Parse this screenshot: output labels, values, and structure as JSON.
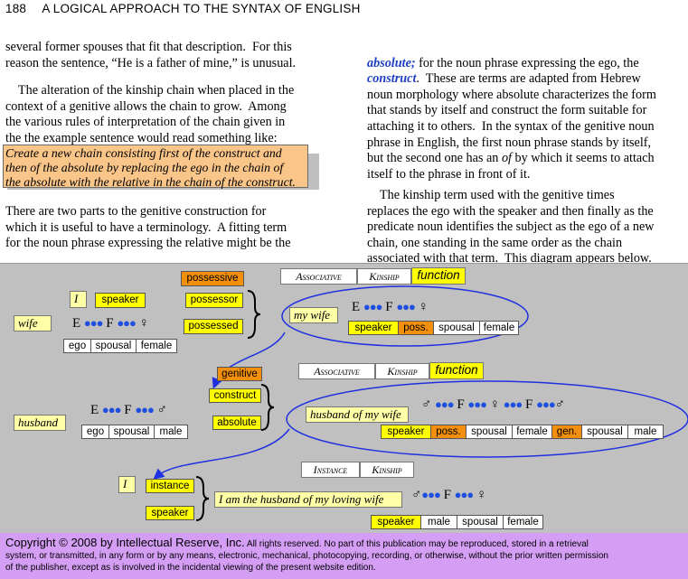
{
  "header": {
    "page_number": "188",
    "title": "A LOGICAL APPROACH TO THE SYNTAX OF ENGLISH"
  },
  "left_col": {
    "p1": "several former spouses that fit that description.  For this\nreason the sentence, “He is a father of mine,” is unusual.",
    "p2": "    The alteration of the kinship chain when placed in the\ncontext of a genitive allows the chain to grow.  Among\nthe various rules of interpretation of the chain given in\nthe the example sentence would read something like:",
    "rule": "Create a new chain consisting first of the construct and\nthen of the absolute by replacing the ego in the chain of\nthe absolute with the relative in the chain of the construct.",
    "p3": "There are two parts to the genitive construction for\nwhich it is useful to have a terminology.  A fitting term\nfor the noun phrase expressing the relative might be the"
  },
  "right_col": {
    "kw_absolute": "absolute;",
    "l1_rest": " for the noun phrase expressing the ego, the",
    "kw_construct": "construct",
    "l2_rest": ".  These are terms are adapted from Hebrew",
    "l3": "noun morphology where absolute characterizes the form\nthat stands by itself and construct the form suitable for\nattaching it to others.  In the syntax of the genitive noun\nphrase in English, the first noun phrase stands by itself,",
    "l7a": "but the second one has an ",
    "l7of": "of",
    "l7b": " by which it seems to attach",
    "l8": "itself to the phrase in front of it.",
    "p2": "    The kinship term used with the genitive times\nreplaces the ego with the speaker and then finally as the\npredicate noun identifies the subject as the ego of a new\nchain, one standing in the same order as the chain\nassociated with that term.  This diagram appears below."
  },
  "diagram": {
    "assoc1": {
      "associative": "Associative",
      "kinship": "Kinship",
      "function": "function"
    },
    "assoc2": {
      "associative": "Associative",
      "kinship": "Kinship",
      "function": "function"
    },
    "instance": {
      "instance": "Instance",
      "kinship": "Kinship"
    },
    "top_left": {
      "I": "I",
      "speaker": "speaker",
      "wife": "wife",
      "possessive": "possessive",
      "possessor": "possessor",
      "possessed": "possessed",
      "chain": {
        "E": "E",
        "F": "F",
        "sym": "♀"
      },
      "cells": [
        "ego",
        "spousal",
        "female"
      ]
    },
    "my_wife": {
      "label": "my wife",
      "chain": {
        "E": "E",
        "F": "F",
        "sym": "♀"
      },
      "cells": [
        "speaker",
        "poss.",
        "spousal",
        "female"
      ]
    },
    "middle_left": {
      "genitive": "genitive",
      "construct": "construct",
      "absolute": "absolute",
      "husband": "husband",
      "chain": {
        "E": "E",
        "F": "F",
        "sym": "♂"
      },
      "cells": [
        "ego",
        "spousal",
        "male"
      ]
    },
    "husband_of_my_wife": {
      "label": "husband of my wife",
      "chain": {
        "m1": "♂",
        "F1": "F",
        "f": "♀",
        "F2": "F",
        "m2": "♂"
      },
      "cells": [
        "speaker",
        "poss.",
        "spousal",
        "female",
        "gen.",
        "spousal",
        "male"
      ]
    },
    "bottom": {
      "I": "I",
      "instance": "instance",
      "speaker": "speaker",
      "sentence": "I am the husband of my loving wife",
      "chain": {
        "m": "♂",
        "F": "F",
        "f": "♀"
      },
      "cells": [
        "speaker",
        "male",
        "spousal",
        "female"
      ]
    },
    "dots": "●●●"
  },
  "footer": {
    "copyright": "Copyright © 2008 by Intellectual Reserve, Inc.",
    "rights": "  All rights reserved.  No part of this publication may be reproduced, stored in a retrieval",
    "line2": "system, or transmitted, in any form or by any means, electronic, mechanical, photocopying, recording, or otherwise, without the prior written permission",
    "line3": "of the publisher, except as is involved in the incidental viewing of the present website edition."
  },
  "colors": {
    "highlight_yellow": "#ffff00",
    "accent_orange": "#f28f0c",
    "rule_box": "#f9c589",
    "keyword_blue": "#1f3fc2",
    "dots_blue": "#1f4fe0",
    "ellipse_blue": "#1f30e0",
    "footer_purple": "#d49ef5",
    "diagram_gray": "#c0c0c0"
  }
}
